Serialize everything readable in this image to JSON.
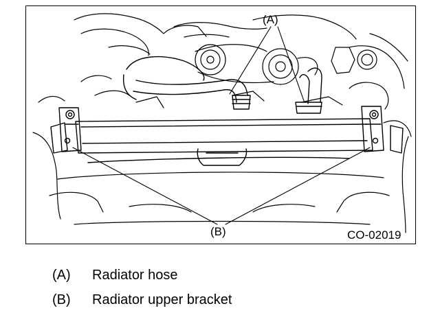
{
  "figure": {
    "drawing_code": "CO-02019",
    "callouts": [
      {
        "label": "(A)"
      },
      {
        "label": "(B)"
      }
    ]
  },
  "legend": [
    {
      "key": "(A)",
      "text": "Radiator hose"
    },
    {
      "key": "(B)",
      "text": "Radiator upper bracket"
    }
  ],
  "colors": {
    "line": "#000000",
    "background": "#ffffff"
  }
}
